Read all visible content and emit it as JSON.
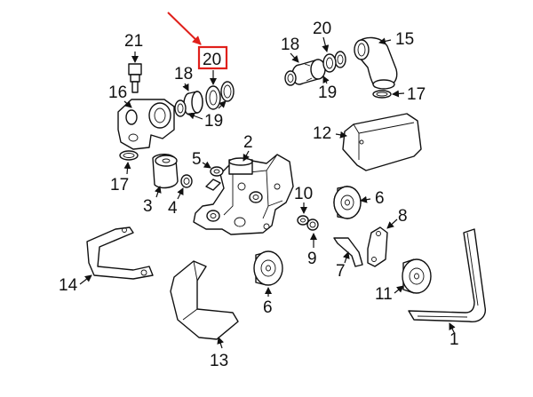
{
  "callouts": {
    "c21": "21",
    "c20_highlight": "20",
    "c18_left": "18",
    "c19_left": "19",
    "c16": "16",
    "c17_left": "17",
    "c18_right": "18",
    "c20_right": "20",
    "c15": "15",
    "c19_right": "19",
    "c17_right": "17",
    "c12": "12",
    "c2": "2",
    "c5": "5",
    "c3": "3",
    "c4": "4",
    "c10": "10",
    "c9": "9",
    "c6_upper": "6",
    "c8": "8",
    "c7": "7",
    "c14": "14",
    "c6_lower": "6",
    "c11": "11",
    "c13": "13",
    "c1": "1"
  },
  "colors": {
    "highlight": "#e0201b",
    "ink": "#111111"
  }
}
